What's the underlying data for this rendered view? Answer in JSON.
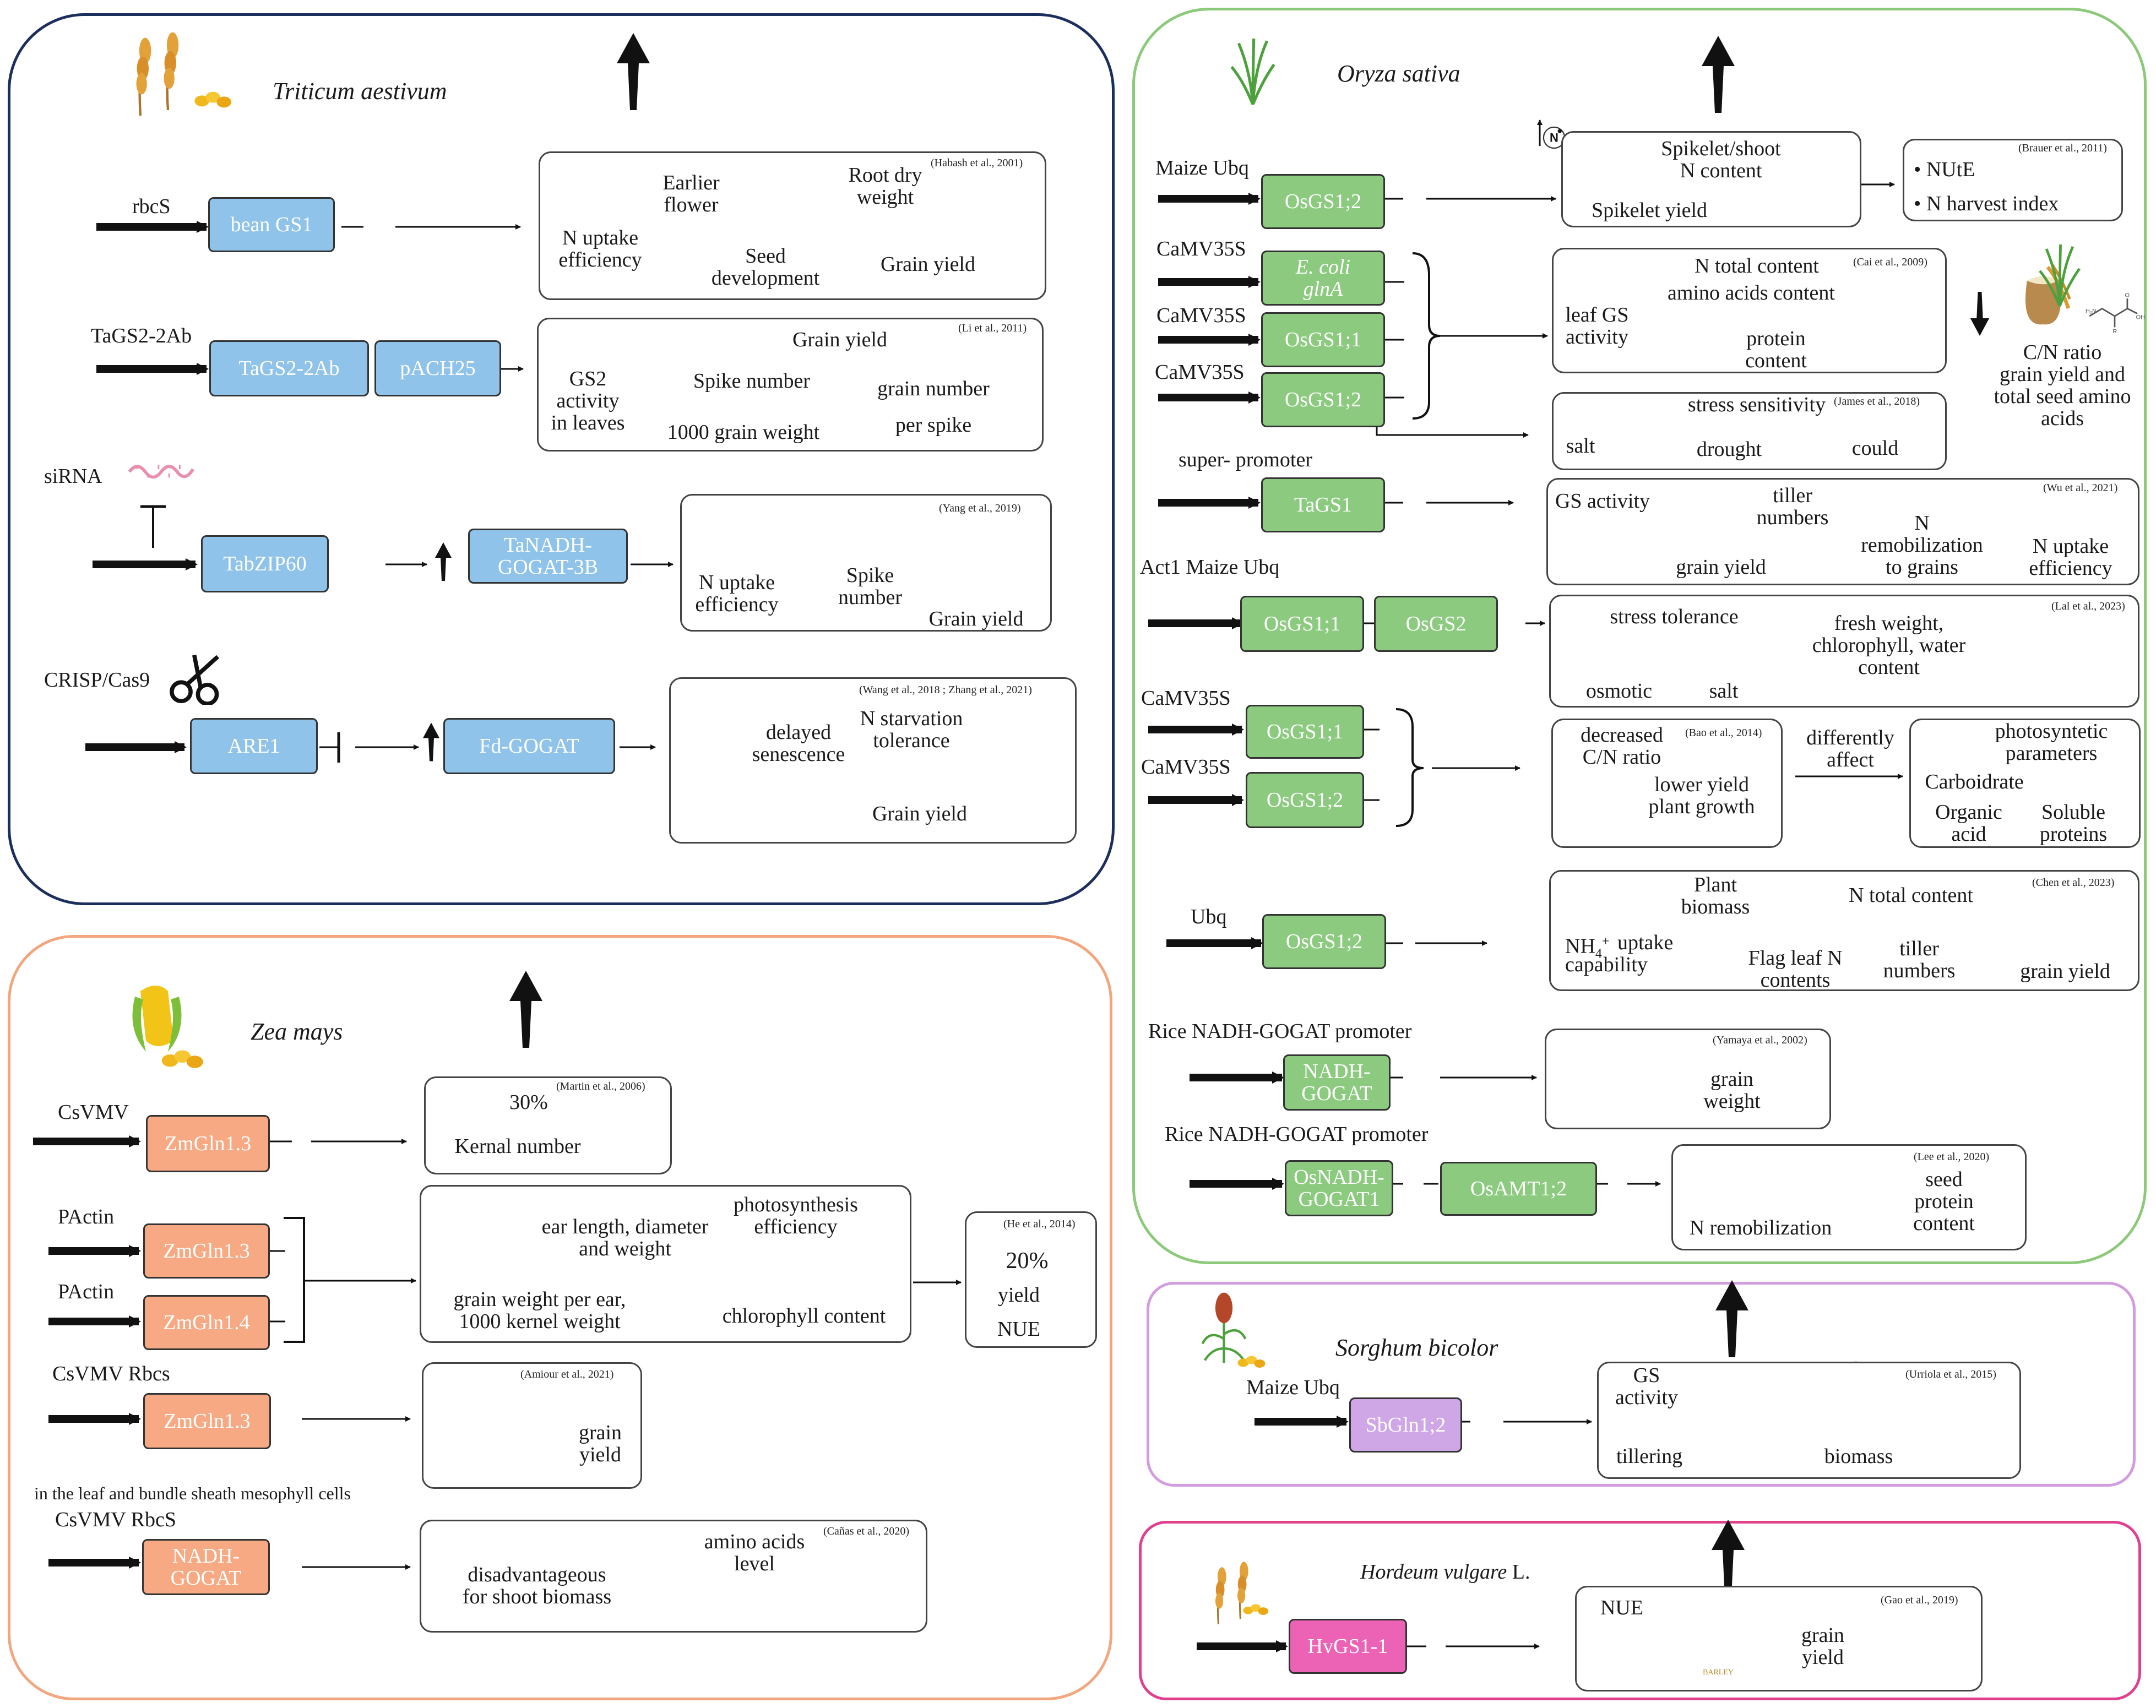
{
  "wheat": {
    "species": "Triticum aestivum",
    "rows": [
      {
        "promoter": "rbcS",
        "gene": "bean GS1",
        "ref": "(Habash et al., 2001)",
        "texts": [
          "N uptake\nefficiency",
          "Earlier\nflower",
          "Seed\ndevelopment",
          "Root dry\nweight",
          "Grain yield"
        ]
      },
      {
        "promoter": "TaGS2-2Ab",
        "genes": [
          "TaGS2-2Ab",
          "pACH25"
        ],
        "ref": "(Li et al., 2011)",
        "texts": [
          "GS2\nactivity\nin leaves",
          "Spike number",
          "Grain yield",
          "grain number",
          "1000 grain weight",
          "per spike"
        ]
      },
      {
        "promoter": "siRNA",
        "gene": "TabZIP60",
        "gene2": "TaNADH-\nGOGAT-3B",
        "ref": "(Yang et al., 2019)",
        "texts": [
          "N uptake\nefficiency",
          "Spike\nnumber",
          "Grain yield"
        ]
      },
      {
        "promoter": "CRISP/Cas9",
        "gene": "ARE1",
        "gene2": "Fd-GOGAT",
        "ref": "(Wang et al., 2018 ; Zhang et al., 2021)",
        "texts": [
          "delayed\nsenescence",
          "N starvation\ntolerance",
          "Grain yield"
        ]
      }
    ]
  },
  "maize": {
    "species": "Zea mays",
    "rows": [
      {
        "promoter": "CsVMV",
        "gene": "ZmGln1.3",
        "ref": "(Martin et al., 2006)",
        "texts": [
          "30%",
          "Kernal number"
        ]
      },
      {
        "promoters": [
          "PActin",
          "PActin"
        ],
        "genes": [
          "ZmGln1.3",
          "ZmGln1.4"
        ],
        "texts": [
          "ear length, diameter\nand weight",
          "photosynthesis\nefficiency",
          "grain weight per ear,\n1000 kernel weight",
          "chlorophyll content"
        ]
      },
      {
        "ref": "(He et al., 2014)",
        "texts": [
          "20%",
          "yield",
          "NUE"
        ]
      },
      {
        "promoter": "CsVMV\nRbcs",
        "gene": "ZmGln1.3",
        "ref": "(Amiour et al., 2021)",
        "texts": [
          "grain\nyield"
        ]
      },
      {
        "caption": "in the leaf and bundle sheath mesophyll cells",
        "promoter": "CsVMV\nRbcS",
        "gene": "NADH-\nGOGAT",
        "ref": "(Cañas et al., 2020)",
        "texts": [
          "disadvantageous\nfor shoot biomass",
          "amino acids\nlevel"
        ]
      }
    ]
  },
  "rice": {
    "species": "Oryza sativa",
    "rows": [
      {
        "promoter": "Maize Ubq",
        "gene": "OsGS1;2",
        "texts": [
          "Spikelet/shoot\nN content",
          "Spikelet yield"
        ],
        "ref2": "(Brauer et al., 2011)",
        "bullets": [
          "NUtE",
          "N harvest index"
        ]
      },
      {
        "promoters": [
          "CaMV35S",
          "CaMV35S",
          "CaMV35S"
        ],
        "genes": [
          "E. coli\nglnA",
          "OsGS1;1",
          "OsGS1;2"
        ],
        "ref": "(Cai et al., 2009)",
        "texts": [
          "N total content",
          "amino acids content",
          "leaf GS\nactivity",
          "protein\ncontent"
        ],
        "side": "C/N ratio\ngrain yield and\ntotal seed amino\nacids",
        "ref_b": "(James et al., 2018)",
        "texts_b": [
          "stress sensitivity",
          "salt",
          "drought",
          "could"
        ]
      },
      {
        "promoter": "super-\npromoter",
        "gene": "TaGS1",
        "ref": "(Wu et al., 2021)",
        "texts": [
          "GS activity",
          "tiller\nnumbers",
          "N\nremobilization\nto grains",
          "N uptake\nefficiency",
          "grain yield"
        ]
      },
      {
        "promoter": "Act1\nMaize Ubq",
        "genes": [
          "OsGS1;1",
          "OsGS2"
        ],
        "ref": "(Lal et al., 2023)",
        "texts": [
          "stress tolerance",
          "fresh weight,\nchlorophyll, water\ncontent",
          "osmotic",
          "salt"
        ]
      },
      {
        "promoters": [
          "CaMV35S",
          "CaMV35S"
        ],
        "genes": [
          "OsGS1;1",
          "OsGS1;2"
        ],
        "ref": "(Bao et al., 2014)",
        "texts": [
          "decreased\nC/N ratio",
          "lower yield\nplant growth"
        ],
        "mid": "differently\naffect",
        "texts2": [
          "photosyntetic\nparameters",
          "Carboidrate",
          "Organic\nacid",
          "Soluble\nproteins"
        ]
      },
      {
        "promoter": "Ubq",
        "gene": "OsGS1;2",
        "ref": "(Chen et al., 2023)",
        "texts": [
          "Plant\nbiomass",
          "N total content",
          "uptake\ncapability",
          "Flag leaf N\ncontents",
          "tiller\nnumbers",
          "grain yield"
        ],
        "nh4": "NH",
        "nh4_sub": "4",
        "nh4_sup": "+"
      },
      {
        "promoter": "Rice NADH-GOGAT\npromoter",
        "gene": "NADH-\nGOGAT",
        "ref": "(Yamaya et al., 2002)",
        "texts": [
          "grain\nweight"
        ]
      },
      {
        "promoter": "Rice NADH-GOGAT\npromoter",
        "genes": [
          "OsNADH-\nGOGAT1",
          "OsAMT1;2"
        ],
        "ref": "(Lee et al., 2020)",
        "texts": [
          "N remobilization",
          "seed\nprotein\ncontent"
        ]
      }
    ]
  },
  "sorghum": {
    "species": "Sorghum bicolor",
    "promoter": "Maize Ubq",
    "gene": "SbGln1;2",
    "ref": "(Urriola et al., 2015)",
    "texts": [
      "GS\nactivity",
      "tillering",
      "biomass"
    ]
  },
  "barley": {
    "species": "Hordeum vulgare",
    "species_suffix": " L.",
    "gene": "HvGS1-1",
    "ref": "(Gao et al., 2019)",
    "texts": [
      "NUE",
      "grain\nyield"
    ]
  },
  "icon_labels": {
    "n_symbol": "N",
    "barley_bag": "BARLEY"
  },
  "colors": {
    "wheat_border": "#1c2e5c",
    "maize_border": "#f3a57d",
    "rice_border": "#8cc97a",
    "sorghum_border": "#d39be0",
    "barley_border": "#e0408e"
  }
}
